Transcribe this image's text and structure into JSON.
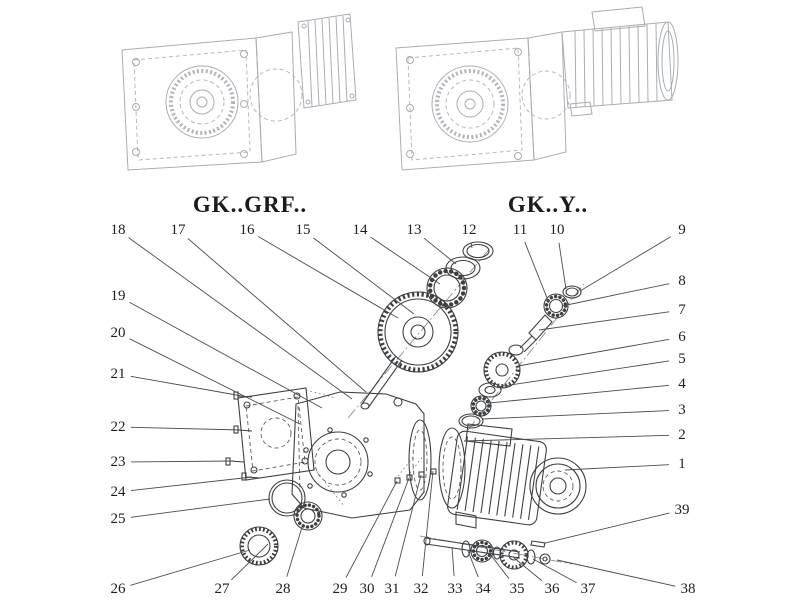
{
  "colors": {
    "background": "#ffffff",
    "light_linework": "#a8adb5",
    "dark_linework": "#3d4043",
    "text": "#1f1f1f"
  },
  "variants": [
    {
      "label": "GK..GRF.."
    },
    {
      "label": "GK..Y.."
    }
  ],
  "callouts": [
    "18",
    "17",
    "16",
    "15",
    "14",
    "13",
    "12",
    "11",
    "10",
    "9",
    "8",
    "7",
    "6",
    "5",
    "4",
    "3",
    "2",
    "1",
    "39",
    "19",
    "20",
    "21",
    "22",
    "23",
    "24",
    "25",
    "26",
    "27",
    "28",
    "29",
    "30",
    "31",
    "32",
    "33",
    "34",
    "35",
    "36",
    "37",
    "38"
  ]
}
